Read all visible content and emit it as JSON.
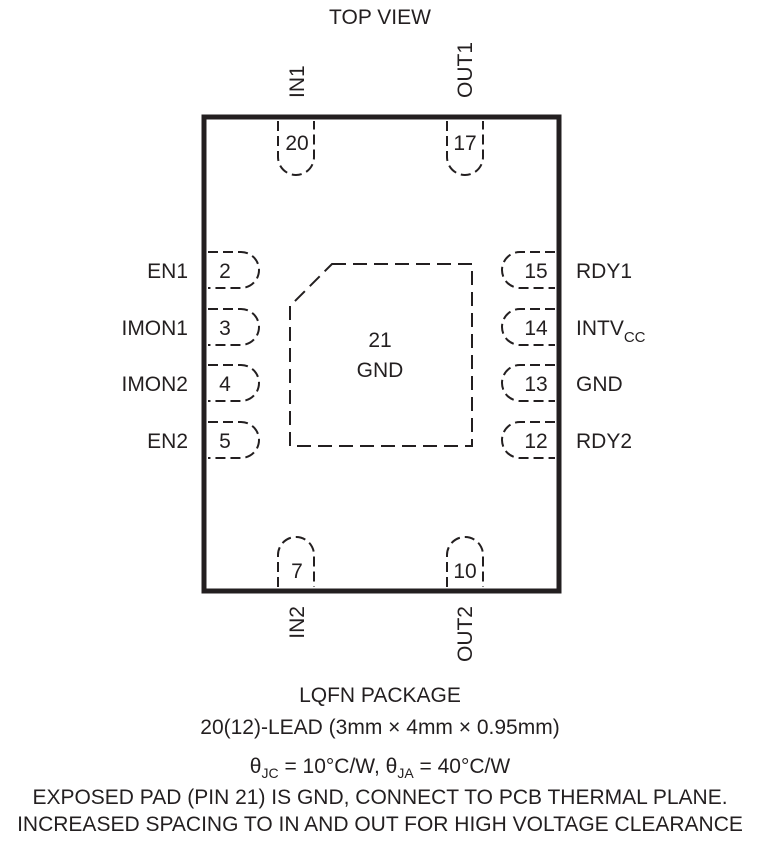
{
  "view_title": "TOP VIEW",
  "exposed_pad": {
    "number": "21",
    "name": "GND"
  },
  "pins": [
    {
      "num": "20",
      "name": "IN1"
    },
    {
      "num": "17",
      "name": "OUT1"
    },
    {
      "num": "2",
      "name": "EN1"
    },
    {
      "num": "3",
      "name": "IMON1"
    },
    {
      "num": "4",
      "name": "IMON2"
    },
    {
      "num": "5",
      "name": "EN2"
    },
    {
      "num": "15",
      "name": "RDY1"
    },
    {
      "num": "14",
      "name": "INTV",
      "sub": "CC"
    },
    {
      "num": "13",
      "name": "GND"
    },
    {
      "num": "12",
      "name": "RDY2"
    },
    {
      "num": "7",
      "name": "IN2"
    },
    {
      "num": "10",
      "name": "OUT2"
    }
  ],
  "package": {
    "name": "LQFN PACKAGE",
    "lead": "20(12)-LEAD (3mm × 4mm × 0.95mm)",
    "theta_symbol": "θ",
    "theta_jc_sub": "JC",
    "theta_jc_val": " = 10°C/W, ",
    "theta_ja_sub": "JA",
    "theta_ja_val": " = 40°C/W",
    "note1": "EXPOSED PAD (PIN 21) IS GND, CONNECT TO PCB THERMAL PLANE.",
    "note2": "INCREASED SPACING TO IN AND OUT FOR HIGH VOLTAGE CLEARANCE"
  }
}
